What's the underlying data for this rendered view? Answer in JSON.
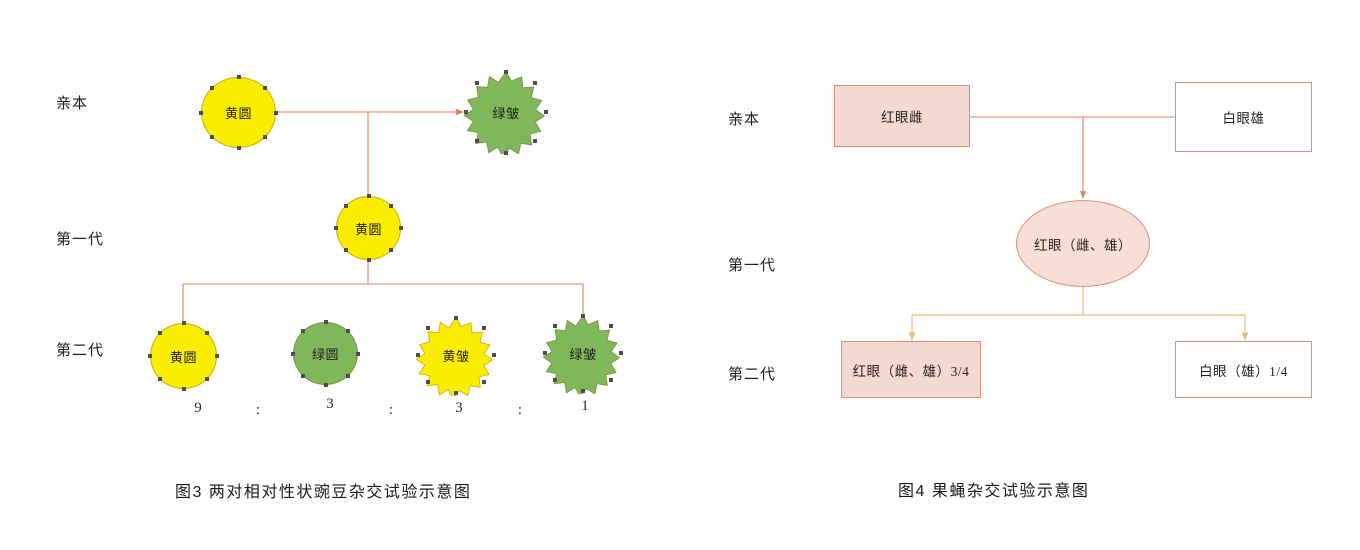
{
  "figure_left": {
    "caption": "图3  两对相对性状豌豆杂交试验示意图",
    "row_labels": {
      "parent": "亲本",
      "f1": "第一代",
      "f2": "第二代"
    },
    "parent_generation": [
      {
        "label": "黄圆",
        "shape": "circle",
        "color": "#FAEE00",
        "role": "parent-left"
      },
      {
        "label": "绿皱",
        "shape": "star-16",
        "color": "#80B75A",
        "role": "parent-right"
      }
    ],
    "f1_generation": [
      {
        "label": "黄圆",
        "shape": "circle",
        "color": "#FAEE00",
        "role": "f1-offspring"
      }
    ],
    "f2_generation": [
      {
        "label": "黄圆",
        "shape": "circle",
        "color": "#FAEE00"
      },
      {
        "label": "绿圆",
        "shape": "circle",
        "color": "#80B75A"
      },
      {
        "label": "黄皱",
        "shape": "star-16",
        "color": "#FAEE00"
      },
      {
        "label": "绿皱",
        "shape": "star-16",
        "color": "#80B75A"
      }
    ],
    "ratio": {
      "values": [
        "9",
        "3",
        "3",
        "1"
      ],
      "separator": ":"
    },
    "connector_color": "#E08060"
  },
  "figure_right": {
    "caption": "图4 果蝇杂交试验示意图",
    "row_labels": {
      "parent": "亲本",
      "f1": "第一代",
      "f2": "第二代"
    },
    "parent_generation": [
      {
        "label": "红眼雌",
        "fill": "filled"
      },
      {
        "label": "白眼雄",
        "fill": "plain"
      }
    ],
    "f1_generation": [
      {
        "label": "红眼（雌、雄）",
        "fill": "filled"
      }
    ],
    "f2_generation": [
      {
        "label": "红眼（雌、雄）3/4",
        "fill": "filled"
      },
      {
        "label": "白眼（雄）1/4",
        "fill": "plain"
      }
    ],
    "colors": {
      "border": "#E0907A",
      "fill": "#F3D9D1",
      "connector": "#E08060",
      "connector_gold": "#E8BE7E"
    }
  }
}
